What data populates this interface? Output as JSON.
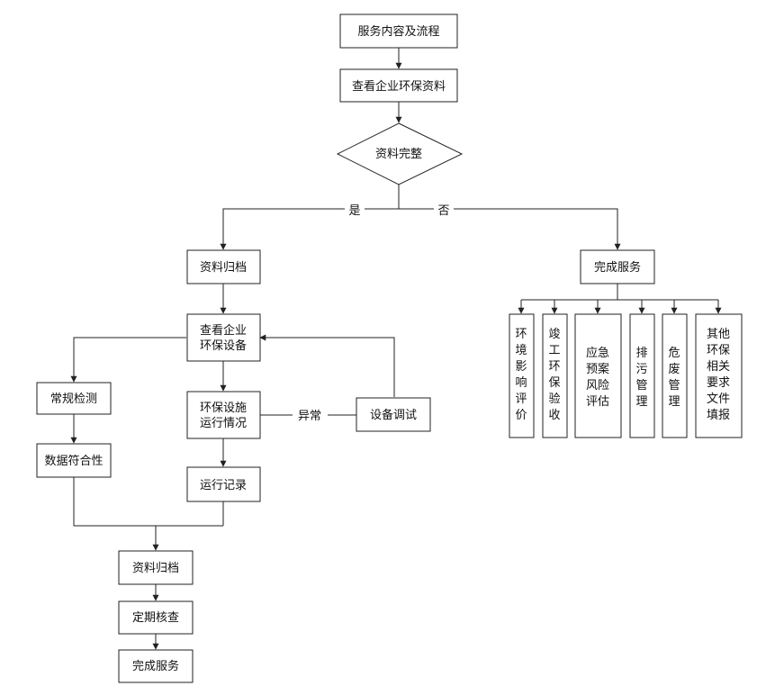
{
  "nodes": {
    "start": "服务内容及流程",
    "check_docs": "查看企业环保资料",
    "docs_complete": "资料完整",
    "archive_1": "资料归档",
    "done_right": "完成服务",
    "check_equipment_l1": "查看企业",
    "check_equipment_l2": "环保设备",
    "routine_test": "常规检测",
    "data_compliance": "数据符合性",
    "facility_status_l1": "环保设施",
    "facility_status_l2": "运行情况",
    "equipment_debug": "设备调试",
    "run_record": "运行记录",
    "archive_2": "资料归档",
    "periodic_review": "定期核查",
    "done_bottom": "完成服务"
  },
  "edge_labels": {
    "yes": "是",
    "no": "否",
    "abnormal": "异常"
  },
  "service_items": [
    [
      "环",
      "境",
      "影",
      "响",
      "评",
      "价"
    ],
    [
      "竣",
      "工",
      "环",
      "保",
      "验",
      "收"
    ],
    [
      "应急",
      "预案",
      "风险",
      "评估"
    ],
    [
      "排",
      "污",
      "管",
      "理"
    ],
    [
      "危",
      "废",
      "管",
      "理"
    ],
    [
      "其他",
      "环保",
      "相关",
      "要求",
      "文件",
      "填报"
    ]
  ]
}
